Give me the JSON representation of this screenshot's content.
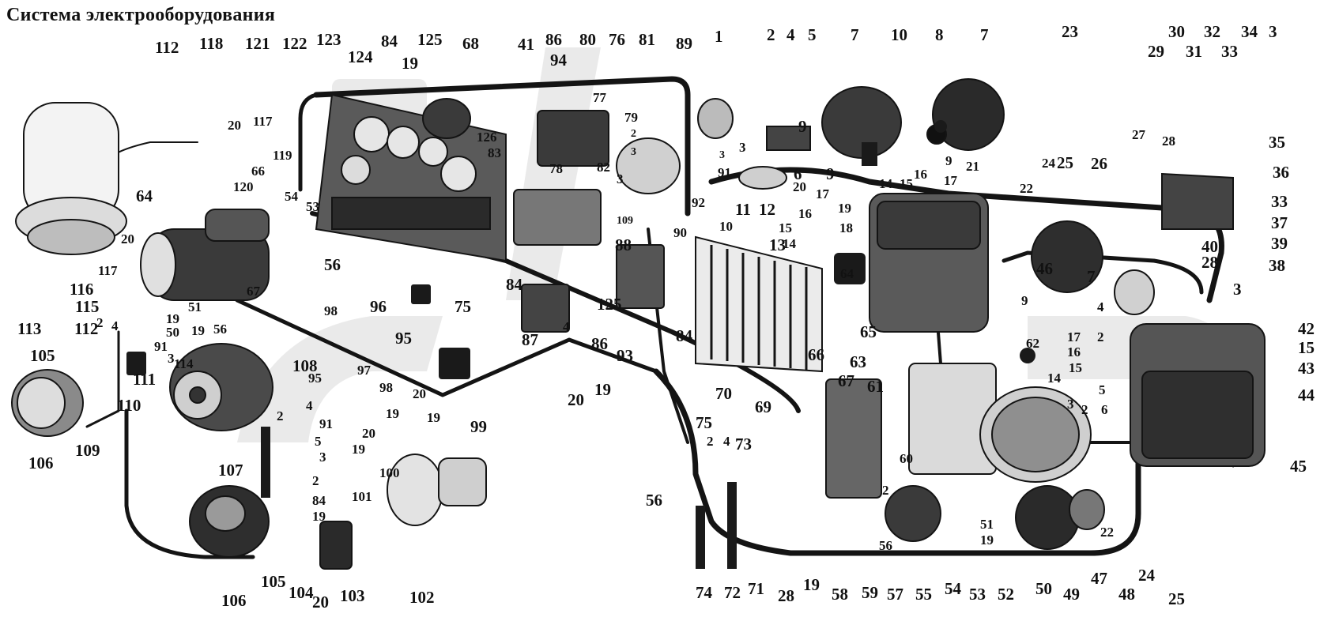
{
  "title": "Система электрооборудования",
  "colors": {
    "ink": "#141414",
    "shade": "#4a4a4a",
    "ghost": "#d6d6d6",
    "paper": "#ffffff"
  },
  "callouts": {
    "c1": "1",
    "c2": "2",
    "c3": "3",
    "c4": "4",
    "c5": "5",
    "c6": "6",
    "c7": "7",
    "c8": "8",
    "c9": "9",
    "c10": "10",
    "c11": "11",
    "c12": "12",
    "c13": "13",
    "c14": "14",
    "c15": "15",
    "c16": "16",
    "c17": "17",
    "c18": "18",
    "c19": "19",
    "c20": "20",
    "c21": "21",
    "c22": "22",
    "c23": "23",
    "c24": "24",
    "c25": "25",
    "c26": "26",
    "c27": "27",
    "c28": "28",
    "c29": "29",
    "c30": "30",
    "c31": "31",
    "c32": "32",
    "c33": "33",
    "c34": "34",
    "c35": "35",
    "c36": "36",
    "c37": "37",
    "c38": "38",
    "c39": "39",
    "c40": "40",
    "c41": "41",
    "c42": "42",
    "c43": "43",
    "c44": "44",
    "c45": "45",
    "c46": "46",
    "c47": "47",
    "c48": "48",
    "c49": "49",
    "c50": "50",
    "c51": "51",
    "c52": "52",
    "c53": "53",
    "c54": "54",
    "c55": "55",
    "c56": "56",
    "c57": "57",
    "c58": "58",
    "c59": "59",
    "c60": "60",
    "c61": "61",
    "c62": "62",
    "c63": "63",
    "c64": "64",
    "c65": "65",
    "c66": "66",
    "c67": "67",
    "c68": "68",
    "c69": "69",
    "c70": "70",
    "c71": "71",
    "c72": "72",
    "c73": "73",
    "c74": "74",
    "c75": "75",
    "c76": "76",
    "c77": "77",
    "c78": "78",
    "c79": "79",
    "c80": "80",
    "c81": "81",
    "c82": "82",
    "c83": "83",
    "c84": "84",
    "c86": "86",
    "c87": "87",
    "c88": "88",
    "c89": "89",
    "c90": "90",
    "c91": "91",
    "c92": "92",
    "c93": "93",
    "c94": "94",
    "c95": "95",
    "c96": "96",
    "c97": "97",
    "c98": "98",
    "c99": "99",
    "c100": "100",
    "c101": "101",
    "c102": "102",
    "c103": "103",
    "c104": "104",
    "c105": "105",
    "c106": "106",
    "c107": "107",
    "c108": "108",
    "c109": "109",
    "c110": "110",
    "c111": "111",
    "c112": "112",
    "c113": "113",
    "c114": "114",
    "c115": "115",
    "c116": "116",
    "c117": "117",
    "c118": "118",
    "c119": "119",
    "c120": "120",
    "c121": "121",
    "c122": "122",
    "c123": "123",
    "c124": "124",
    "c125": "125",
    "c126": "126"
  }
}
